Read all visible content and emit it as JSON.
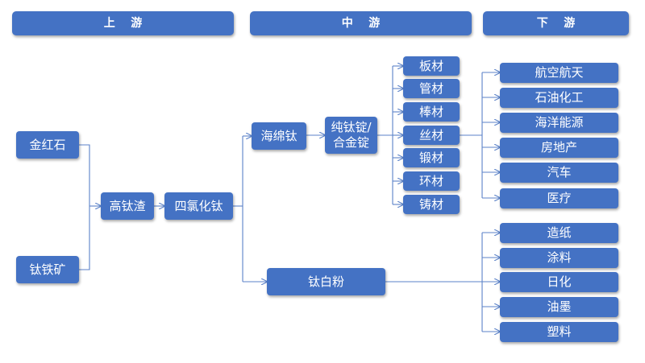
{
  "headers": {
    "upstream": "上    游",
    "midstream": "中    游",
    "downstream": "下    游"
  },
  "nodes": {
    "rutile": "金红石",
    "ilmenite": "钛铁矿",
    "high_ti_slag": "高钛渣",
    "ticl4": "四氯化钛",
    "sponge_ti": "海绵钛",
    "ingot_line1": "纯钛锭/",
    "ingot_line2": "合金锭",
    "tio2": "钛白粉"
  },
  "materials": [
    "板材",
    "管材",
    "棒材",
    "丝材",
    "锻材",
    "环材",
    "铸材"
  ],
  "metal_apps": [
    "航空航天",
    "石油化工",
    "海洋能源",
    "房地产",
    "汽车",
    "医疗"
  ],
  "pigment_apps": [
    "造纸",
    "涂料",
    "日化",
    "油墨",
    "塑料"
  ],
  "colors": {
    "box": "#4472c4",
    "line": "#5b82c8",
    "text": "#ffffff"
  }
}
